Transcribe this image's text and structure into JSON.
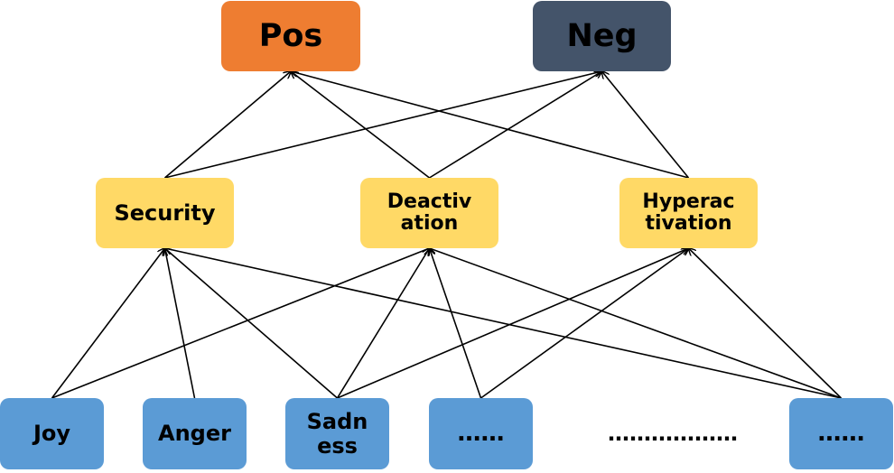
{
  "nodes": {
    "pos": "Pos",
    "neg": "Neg",
    "security": "Security",
    "deactivation": [
      "Deactiv",
      "ation"
    ],
    "hyperactivation": [
      "Hyperac",
      "tivation"
    ],
    "joy": "Joy",
    "anger": "Anger",
    "sadness": [
      "Sadn",
      "ess"
    ],
    "ellipsis1": "……",
    "ellipsis2": "……",
    "dots": "………………"
  },
  "colors": {
    "pos": "#ee7d31",
    "neg": "#44546a",
    "mid": "#ffd966",
    "bottom": "#5b9bd5",
    "edge": "#000000"
  },
  "edges": [
    [
      "security",
      "pos"
    ],
    [
      "security",
      "neg"
    ],
    [
      "deactivation",
      "pos"
    ],
    [
      "deactivation",
      "neg"
    ],
    [
      "hyperactivation",
      "pos"
    ],
    [
      "hyperactivation",
      "neg"
    ],
    [
      "joy",
      "security"
    ],
    [
      "joy",
      "deactivation"
    ],
    [
      "anger",
      "security"
    ],
    [
      "sadness",
      "security"
    ],
    [
      "sadness",
      "deactivation"
    ],
    [
      "sadness",
      "hyperactivation"
    ],
    [
      "ellipsis1",
      "deactivation"
    ],
    [
      "ellipsis1",
      "hyperactivation"
    ],
    [
      "ellipsis2",
      "security"
    ],
    [
      "ellipsis2",
      "deactivation"
    ],
    [
      "ellipsis2",
      "hyperactivation"
    ]
  ]
}
